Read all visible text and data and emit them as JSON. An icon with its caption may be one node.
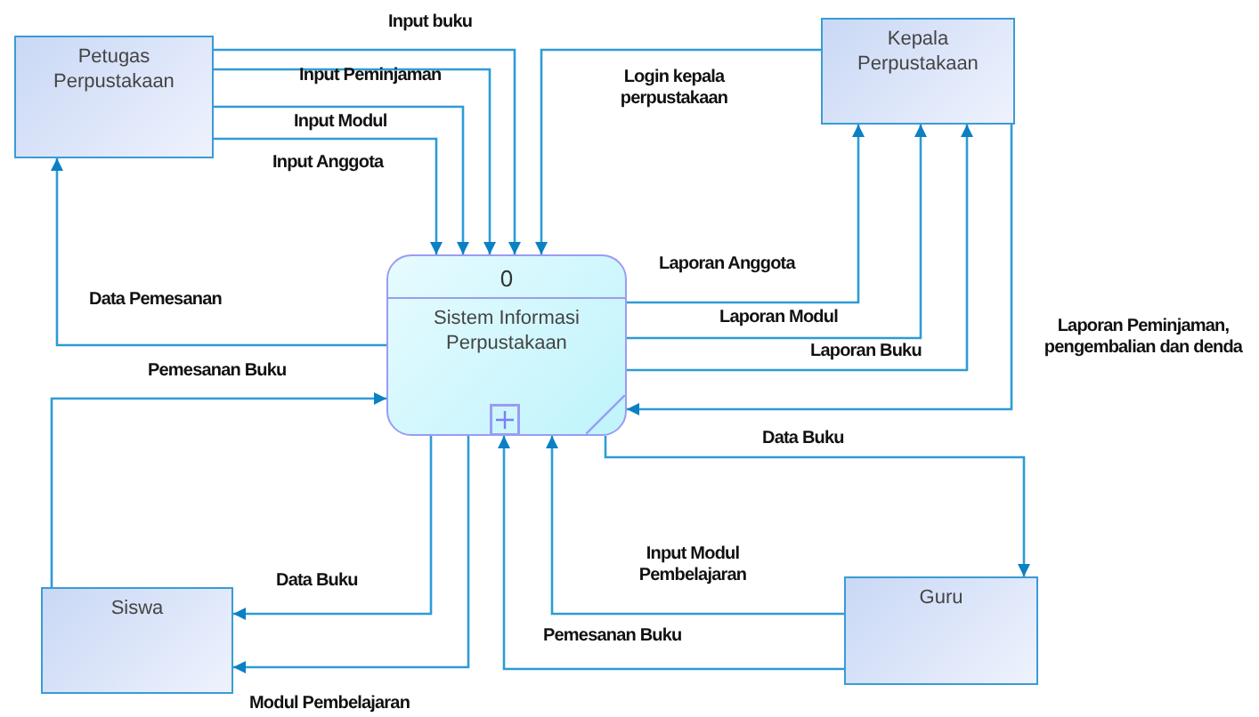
{
  "diagram": {
    "nodes": [
      {
        "text": [
          "Petugas Perpustakaan"
        ]
      },
      {
        "text": [
          "Kepala Perpustakaan"
        ]
      },
      {
        "text": [
          "0",
          "Sistem Informasi Perpustakaan"
        ]
      },
      {
        "text": [
          "Siswa"
        ]
      },
      {
        "text": [
          "Guru"
        ]
      }
    ],
    "edges": [
      {
        "from": 0,
        "to": 2,
        "arrow": "to",
        "label": "Input buku"
      },
      {
        "from": 0,
        "to": 2,
        "arrow": "to",
        "label": "Input Peminjaman"
      },
      {
        "from": 0,
        "to": 2,
        "arrow": "to",
        "label": "Input Modul"
      },
      {
        "from": 0,
        "to": 2,
        "arrow": "to",
        "label": "Input Anggota"
      },
      {
        "from": 1,
        "to": 2,
        "arrow": "to",
        "label": "Login kepala perpustakaan"
      },
      {
        "from": 2,
        "to": 1,
        "arrow": "to",
        "label": "Laporan Anggota"
      },
      {
        "from": 2,
        "to": 1,
        "arrow": "to",
        "label": "Laporan Modul"
      },
      {
        "from": 2,
        "to": 1,
        "arrow": "to",
        "label": "Laporan Buku"
      },
      {
        "from": 1,
        "to": 2,
        "arrow": "to",
        "label": "Laporan Peminjaman, pengembalian dan denda"
      },
      {
        "from": 2,
        "to": 0,
        "arrow": "to",
        "label": "Data Pemesanan"
      },
      {
        "from": 3,
        "to": 2,
        "arrow": "to",
        "label": "Pemesanan Buku"
      },
      {
        "from": 2,
        "to": 4,
        "arrow": "to",
        "label": "Data Buku"
      },
      {
        "from": 2,
        "to": 3,
        "arrow": "to",
        "label": "Data Buku"
      },
      {
        "from": 4,
        "to": 2,
        "arrow": "to",
        "label": "Input Modul Pembelajaran"
      },
      {
        "from": 4,
        "to": 2,
        "arrow": "to",
        "label": "Pemesanan Buku"
      },
      {
        "from": 2,
        "to": 3,
        "arrow": "to",
        "label": "Modul Pembelajaran"
      }
    ]
  }
}
